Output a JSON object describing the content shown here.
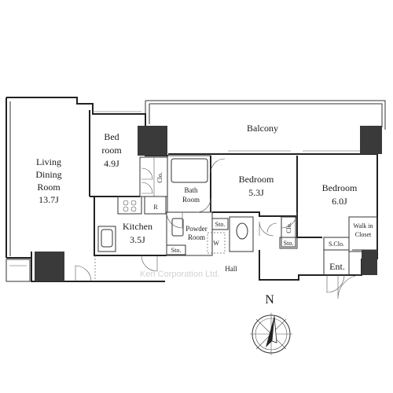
{
  "rooms": {
    "living": {
      "line1": "Living",
      "line2": "Dining",
      "line3": "Room",
      "size": "13.7J"
    },
    "bedroom_small": {
      "line1": "Bed",
      "line2": "room",
      "size": "4.9J"
    },
    "balcony": "Balcony",
    "bedroom_center": {
      "name": "Bedroom",
      "size": "5.3J"
    },
    "bedroom_right": {
      "name": "Bedroom",
      "size": "6.0J"
    },
    "bath": {
      "line1": "Bath",
      "line2": "Room"
    },
    "kitchen": {
      "name": "Kitchen",
      "size": "3.5J"
    },
    "powder": {
      "line1": "Powder",
      "line2": "Room"
    },
    "walkin": {
      "line1": "Walk in",
      "line2": "Closet"
    },
    "hall": "Hall",
    "entrance": "Ent."
  },
  "small_labels": {
    "clo_bed": "Clo.",
    "clo_bedroom": "Clo.",
    "refrigerator": "R",
    "washer": "W",
    "storage_kitchen": "Sto.",
    "storage_powder": "Sto.",
    "storage_hall": "Sto.",
    "shoe_closet": "S.Clo."
  },
  "compass_label": "N",
  "watermark": "Ken Corporation Ltd."
}
